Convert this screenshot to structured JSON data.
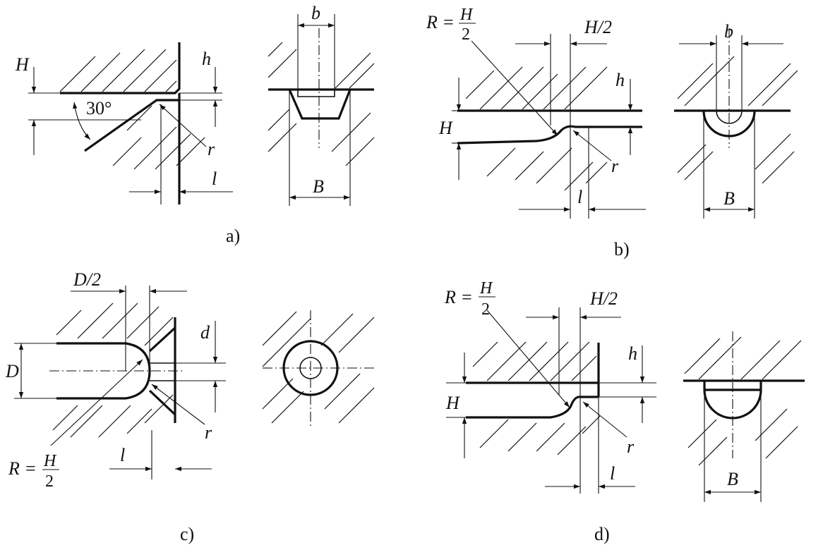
{
  "captions": {
    "a": "a)",
    "b": "b)",
    "c": "c)",
    "d": "d)"
  },
  "labels": {
    "H": "H",
    "h": "h",
    "b": "b",
    "B": "B",
    "r": "r",
    "l": "l",
    "angle": "30°",
    "half_H": "H/2",
    "D": "D",
    "half_D": "D/2",
    "d": "d",
    "R_eq": "R =",
    "R_num": "H",
    "R_den": "2"
  }
}
